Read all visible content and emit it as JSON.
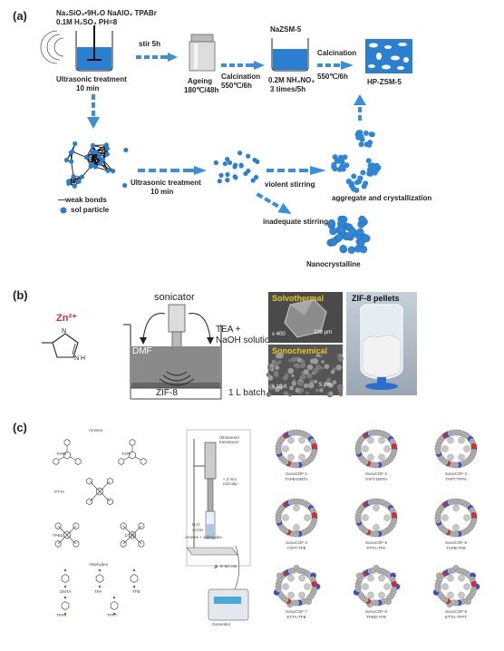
{
  "panel_a": {
    "label": "(a)",
    "reagents_left": "Na₂SiO₃•9H₂O   NaAlO₂ TPABr",
    "reagents_left2": "0.1M H₂SO₄ PH=8",
    "ultrasonic1": "Ultrasonic treatment",
    "ultrasonic1_time": "10 min",
    "stir": "stir 5h",
    "ageing": "Ageing",
    "ageing_cond": "180℃/48h",
    "calcination1": "Calcination",
    "calcination1_cond": "550℃/6h",
    "nazsm5": "NaZSM-5",
    "nh4no3": "0.2M NH₄NO₃",
    "nh4no3_cond": "3 times/5h",
    "calcination2": "Calcination",
    "calcination2_cond": "550℃/6h",
    "hpzsm5": "HP-ZSM-5",
    "weak_bonds": "—weak bonds",
    "sol_particle": "sol particle",
    "ultrasonic2": "Ultrasonic treatment",
    "ultrasonic2_time": "10 min",
    "violent": "violent stirring",
    "aggregate": "aggregate and crystallization",
    "inadequate": "inadequate stirring",
    "nanocrystalline": "Nanocrystalline"
  },
  "panel_b": {
    "label": "(b)",
    "zn": "Zn²⁺",
    "nh": "N\nH",
    "n": "N",
    "sonicator": "sonicator",
    "tea": "TEA +",
    "naoh": "NaOH solution",
    "dmf": "DMF",
    "zif8_beaker": "ZIF-8",
    "batch": "1 L batch",
    "solvothermal": "Solvothermal",
    "scale1": "100 μm",
    "mag1": "x 400",
    "sonochemical": "Sonochemical",
    "scale2": "5 μm",
    "mag2": "x 10 K",
    "pellets": "ZIF-8 pellets"
  },
  "panel_c": {
    "label": "(c)",
    "amines": "Amines",
    "aldehydes": "Aldehydes",
    "tapb": "TAPB",
    "tapt": "TAPT",
    "ptta": "PTTA",
    "tpbd": "TPBd",
    "etta": "ETTA",
    "dmta": "DMTA",
    "tpa": "TPA",
    "tfb": "TFB",
    "tfpa": "TFPA",
    "tfpt": "TFPT",
    "transducer": "Ultrasound\ntransducer",
    "microtip": "≈ 3 mm\nmicrotip",
    "h2o": "H₂O",
    "acoh": "AcOH",
    "mix": "Amines + aldehydes",
    "time": "🔊 5–60 min",
    "generator": "Generator",
    "cofs": [
      {
        "name": "SonoCOF-1",
        "sub": "TAPB-DMTA"
      },
      {
        "name": "SonoCOF-2",
        "sub": "TAPT-DMTA"
      },
      {
        "name": "SonoCOF-3",
        "sub": "TAPT-TFPA"
      },
      {
        "name": "SonoCOF-4",
        "sub": "TAPT-TFB"
      },
      {
        "name": "SonoCOF-5",
        "sub": "PTTA-TPA"
      },
      {
        "name": "SonoCOF-6",
        "sub": "TAPB-TFB"
      },
      {
        "name": "SonoCOF-7",
        "sub": "ETTA-TFB"
      },
      {
        "name": "SonoCOF-8",
        "sub": "TPBD-TFB"
      },
      {
        "name": "SonoCOF-9",
        "sub": "ETTA-TFPT"
      }
    ]
  },
  "colors": {
    "arrow": "#3a8fd8",
    "particle": "#2b7fd0",
    "cluster": "#2f86d6",
    "grey": "#9a9a9a",
    "red": "#d0302a"
  }
}
